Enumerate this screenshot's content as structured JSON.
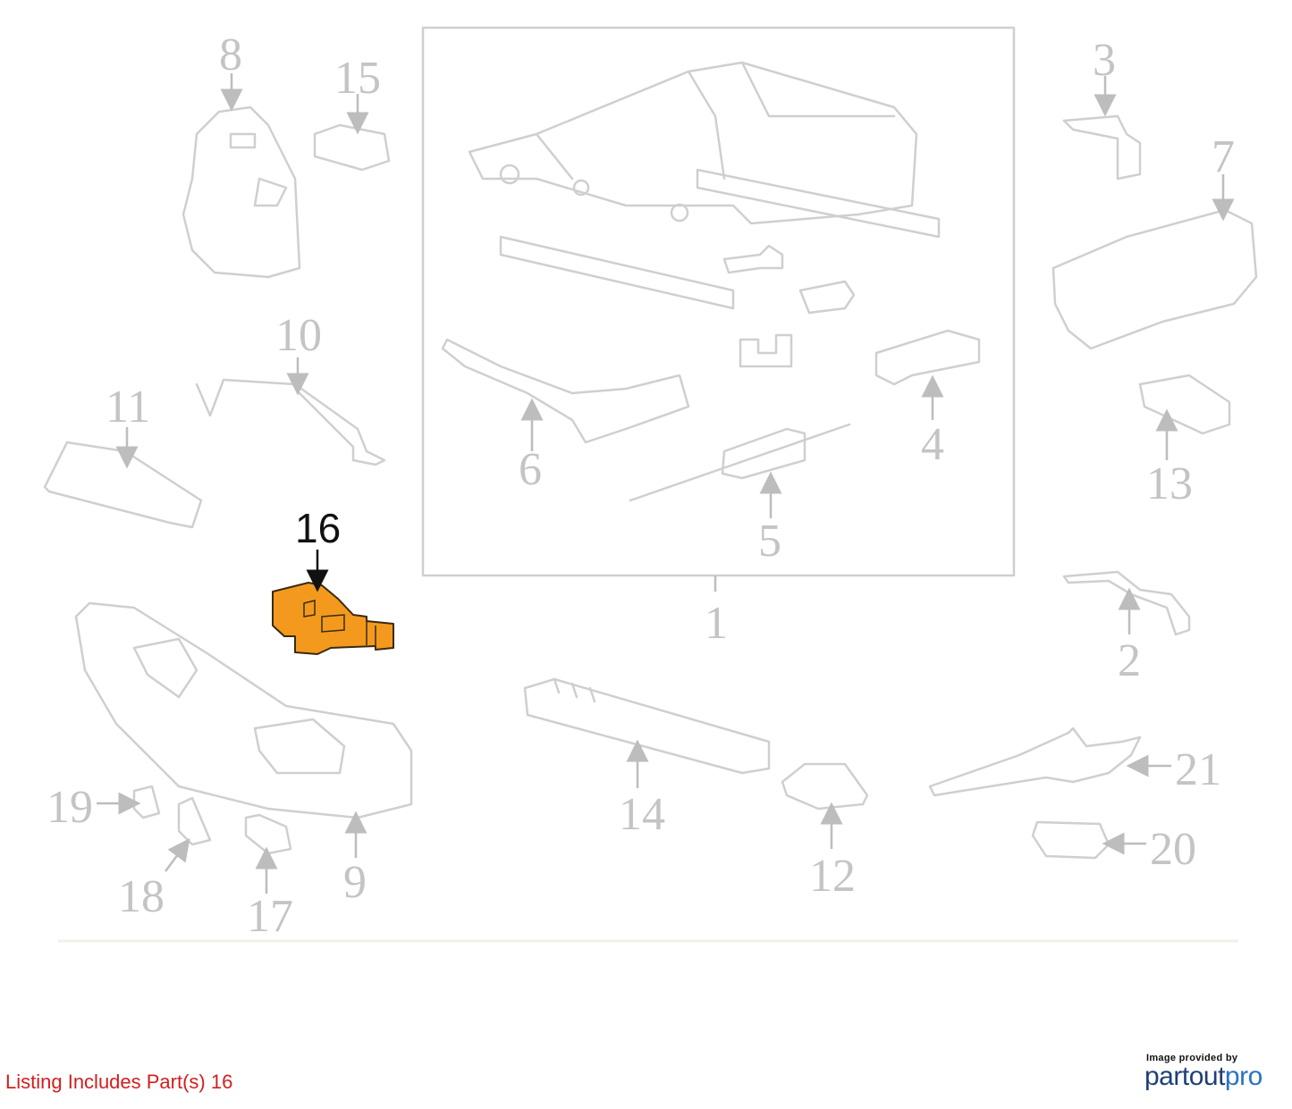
{
  "callouts": {
    "c1": "1",
    "c2": "2",
    "c3": "3",
    "c4": "4",
    "c5": "5",
    "c6": "6",
    "c7": "7",
    "c8": "8",
    "c9": "9",
    "c10": "10",
    "c11": "11",
    "c12": "12",
    "c13": "13",
    "c14": "14",
    "c15": "15",
    "c16": "16",
    "c17": "17",
    "c18": "18",
    "c19": "19",
    "c20": "20",
    "c21": "21"
  },
  "highlight": {
    "part": "16",
    "color": "#f39a1e"
  },
  "footer": {
    "listing_text": "Listing Includes Part(s)  16",
    "credit_text": "Image provided by",
    "brand_part1": "partout",
    "brand_part2": "pro"
  },
  "colors": {
    "line_art": "#cfcfcf",
    "listing_text": "#d21f1f",
    "brand_dark": "#1f3f77",
    "brand_light": "#2a72c4"
  }
}
